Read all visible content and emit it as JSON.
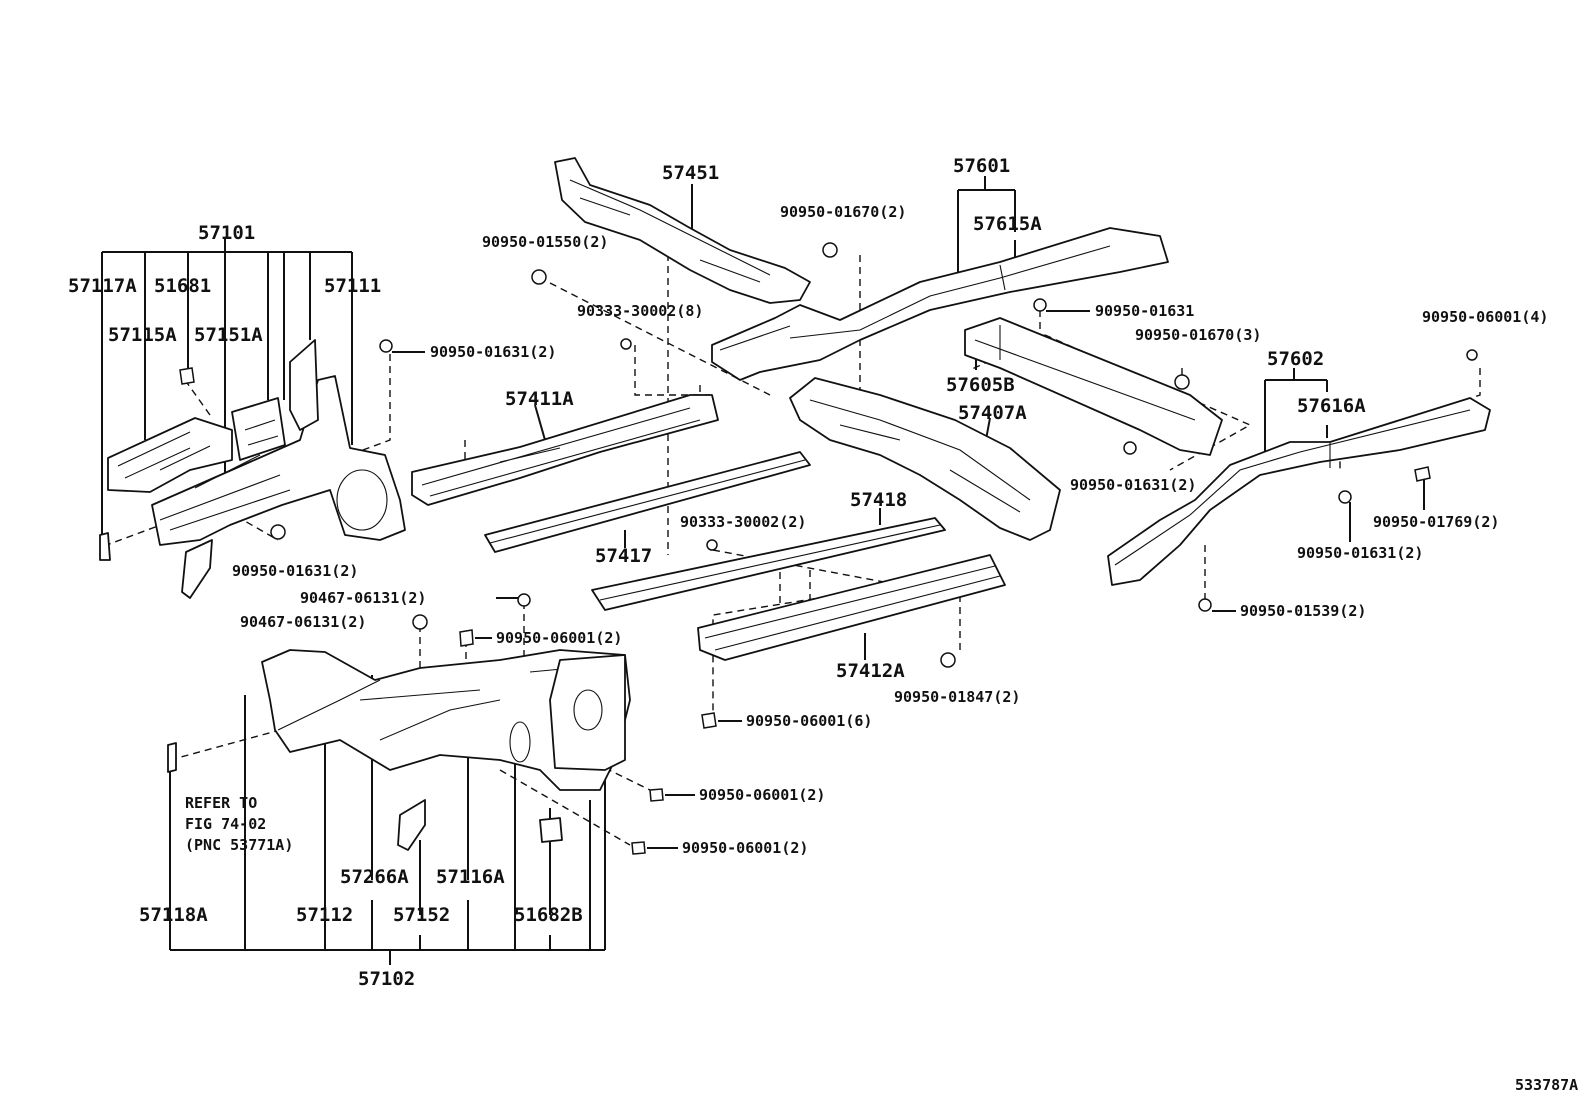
{
  "diagram_id": "533787A",
  "refer_note": [
    "REFER TO",
    "FIG 74-02",
    "(PNC 53771A)"
  ],
  "parts": {
    "p57101": "57101",
    "p57117A": "57117A",
    "p51681": "51681",
    "p57111": "57111",
    "p57115A": "57115A",
    "p57151A": "57151A",
    "p57451": "57451",
    "p57601": "57601",
    "p57615A": "57615A",
    "p57411A": "57411A",
    "p57605B": "57605B",
    "p57407A": "57407A",
    "p57602": "57602",
    "p57616A": "57616A",
    "p57418": "57418",
    "p57417": "57417",
    "p57412A": "57412A",
    "p57266A": "57266A",
    "p57116A": "57116A",
    "p57118A": "57118A",
    "p57112": "57112",
    "p57152": "57152",
    "p51682B": "51682B",
    "p57102": "57102"
  },
  "fasteners": {
    "f1": "90950-01670(2)",
    "f2": "90950-01550(2)",
    "f3": "90333-30002(8)",
    "f4": "90950-01631(2)",
    "f5": "90950-01631",
    "f6": "90950-01670(3)",
    "f7": "90950-06001(4)",
    "f8": "90950-01631(2)",
    "f9": "90950-01631(2)",
    "f10": "90950-01769(2)",
    "f11": "90950-01631(2)",
    "f12": "90333-30002(2)",
    "f13": "90467-06131(2)",
    "f14": "90467-06131(2)",
    "f15": "90950-06001(2)",
    "f16": "90950-01539(2)",
    "f17": "90950-01847(2)",
    "f18": "90950-06001(6)",
    "f19": "90950-06001(2)",
    "f20": "90950-06001(2)"
  }
}
